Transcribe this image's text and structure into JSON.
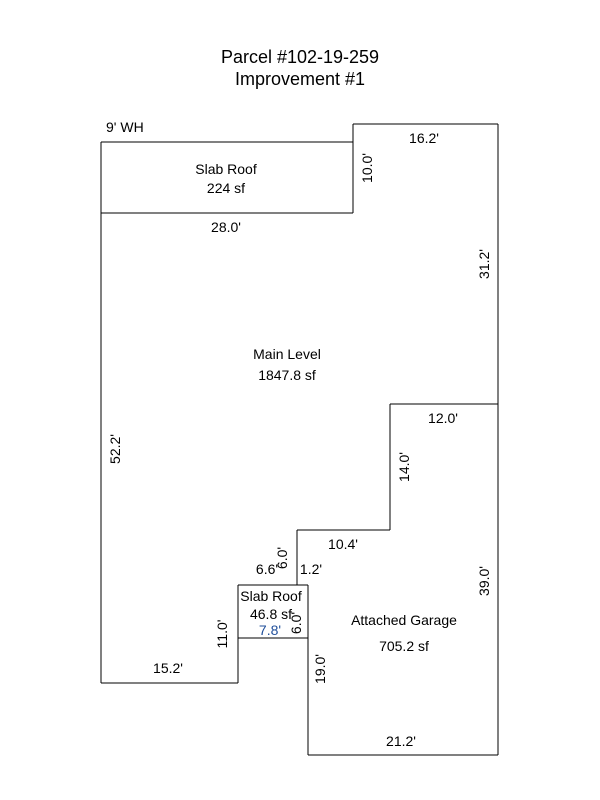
{
  "title": {
    "line1": "Parcel #102-19-259",
    "line2": "Improvement #1"
  },
  "note": "9' WH",
  "areas": {
    "slab_roof_top": {
      "name": "Slab Roof",
      "area": "224 sf"
    },
    "main_level": {
      "name": "Main Level",
      "area": "1847.8 sf"
    },
    "slab_roof_small": {
      "name": "Slab Roof",
      "area": "46.8 sf"
    },
    "garage": {
      "name": "Attached Garage",
      "area": "705.2 sf"
    }
  },
  "dimensions": {
    "top_right_width": "16.2'",
    "slab_height": "10.0'",
    "slab_width": "28.0'",
    "right_upper": "31.2'",
    "left_side": "52.2'",
    "garage_top": "12.0'",
    "step_upper": "14.0'",
    "step_horizontal": "10.4'",
    "small_roof_top": "6.6'",
    "small_roof_height_upper": "6.0'",
    "small_jog": "1.2'",
    "garage_right": "39.0'",
    "small_roof_right": "6.0'",
    "small_roof_bottom": "7.8'",
    "small_roof_left": "11.0'",
    "bottom_left": "15.2'",
    "garage_left": "19.0'",
    "garage_bottom": "21.2'"
  },
  "colors": {
    "line": "#000000",
    "accent_dimension": "#1f4e9a"
  }
}
